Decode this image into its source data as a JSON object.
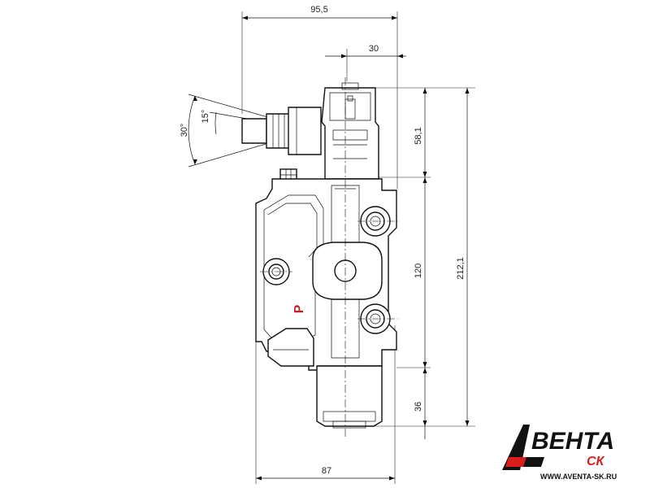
{
  "dimensions": {
    "overall_width": "95,5",
    "top_offset": "30",
    "upper_height": "58,1",
    "mount_spacing": "120",
    "total_height": "212,1",
    "bottom_height": "36",
    "body_width": "87",
    "angle_outer": "30°",
    "angle_inner": "15°"
  },
  "labels": {
    "port_p": "P"
  },
  "brand": {
    "name_part1": "ВЕНТА",
    "name_part2": "СК",
    "website": "WWW.AVENTA-SK.RU",
    "color_primary": "#111111",
    "color_accent": "#d81e1e"
  },
  "colors": {
    "port_label": "#c41e1e"
  }
}
